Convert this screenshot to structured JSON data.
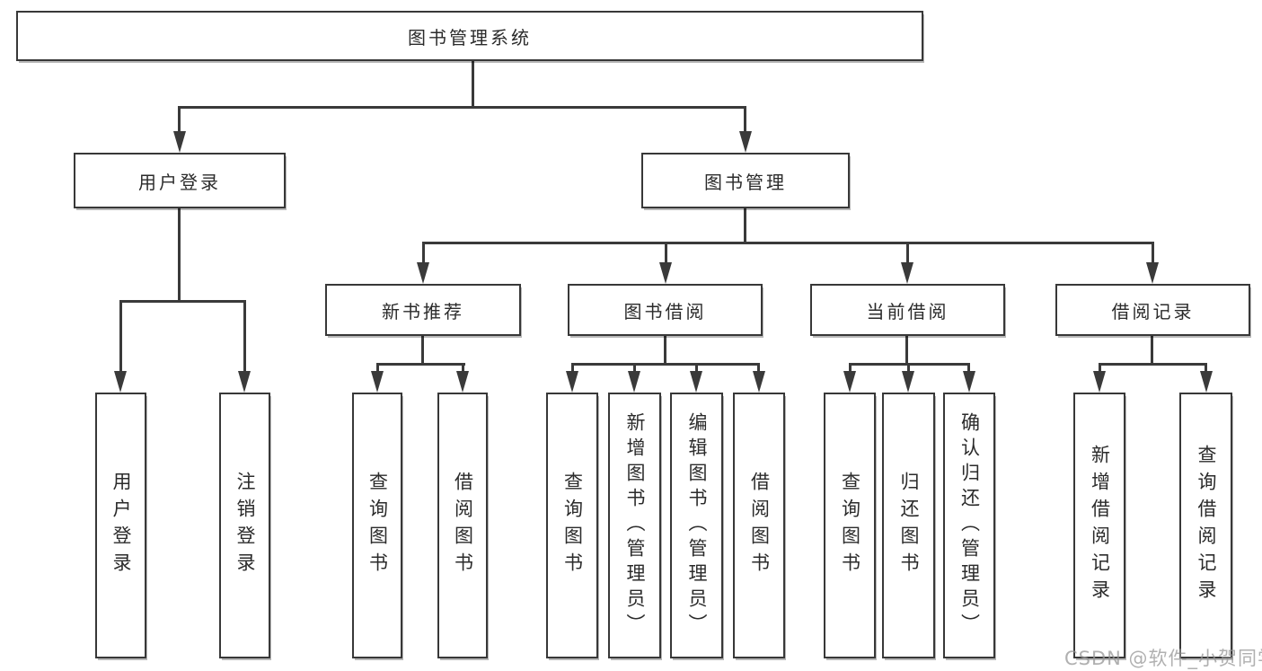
{
  "tree": {
    "root": {
      "label": "图书管理系统"
    },
    "branches": [
      {
        "label": "用户登录",
        "children": [
          {
            "label": "用户登录"
          },
          {
            "label": "注销登录"
          }
        ]
      },
      {
        "label": "图书管理",
        "children": [
          {
            "label": "新书推荐",
            "children": [
              {
                "label": "查询图书"
              },
              {
                "label": "借阅图书"
              }
            ]
          },
          {
            "label": "图书借阅",
            "children": [
              {
                "label": "查询图书"
              },
              {
                "label": "新增图书（管理员）"
              },
              {
                "label": "编辑图书（管理员）"
              },
              {
                "label": "借阅图书"
              }
            ]
          },
          {
            "label": "当前借阅",
            "children": [
              {
                "label": "查询图书"
              },
              {
                "label": "归还图书"
              },
              {
                "label": "确认归还（管理员）"
              }
            ]
          },
          {
            "label": "借阅记录",
            "children": [
              {
                "label": "新增借阅记录"
              },
              {
                "label": "查询借阅记录"
              }
            ]
          }
        ]
      }
    ]
  },
  "watermark": {
    "text": "CSDN @软件_小贺同学"
  },
  "colors": {
    "line": "#3a3a3a",
    "box_border": "#383838",
    "text": "#2b2b2b",
    "background": "#ffffff",
    "watermark": "#969696"
  }
}
